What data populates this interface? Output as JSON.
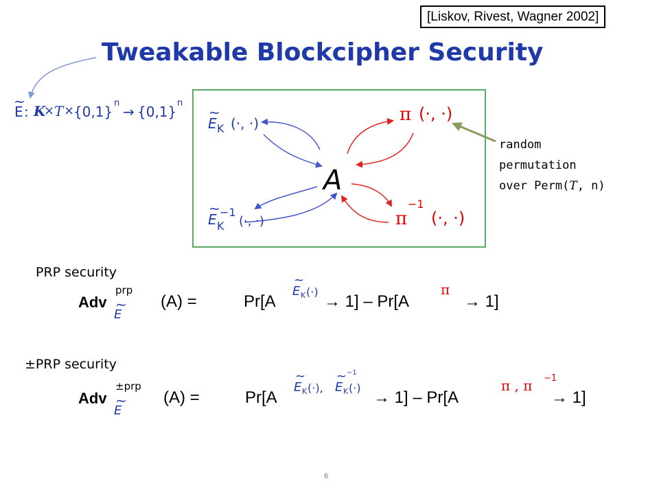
{
  "citation": "[Liskov, Rivest, Wagner  2002]",
  "title": "Tweakable Blockcipher Security",
  "signature": {
    "tilde": "~",
    "E": "E",
    "colon": ":",
    "K": "K",
    "times1": "×",
    "T": "T",
    "times2": "×",
    "set1": "{0,1}",
    "n1": "n",
    "arrow": "→",
    "set2": "{0,1}",
    "n2": "n"
  },
  "diagram": {
    "adversary": "A",
    "ek_tilde": "~",
    "ek_E": "E",
    "ek_K": "K",
    "ek_args": "(·, ·)",
    "ekinv_tilde": "~",
    "ekinv_E": "E",
    "ekinv_K": "K",
    "ekinv_exp": "−1",
    "ekinv_args": "(·, ·)",
    "pi": "π",
    "pi_args": "(·, ·)",
    "piinv": "π",
    "piinv_exp": "−1",
    "piinv_args": "(·, ·)"
  },
  "note": {
    "line1": "random",
    "line2": "permutation",
    "line3_a": "over Perm(",
    "line3_T": "T",
    "line3_b": ", n)"
  },
  "prp": {
    "label": "PRP security",
    "adv": "Adv",
    "sup": "prp",
    "sub_tilde": "~",
    "sub_E": "E",
    "lhs": "(A) =",
    "pr1": "Pr[A",
    "oracle_tilde": "~",
    "oracle_E": "E",
    "oracle_K": "K",
    "oracle_args": "(·)",
    "mid": "→ 1] – Pr[A",
    "pi": "π",
    "end": "→ 1]"
  },
  "sprp": {
    "label": "±PRP security",
    "adv": "Adv",
    "sup": "±prp",
    "sub_tilde": "~",
    "sub_E": "E",
    "lhs": "(A) =",
    "pr1": "Pr[A",
    "o1_tilde": "~",
    "o1_E": "E",
    "o1_K": "K",
    "o1_args": "(·),",
    "o2_tilde": "~",
    "o2_exp": "−1",
    "o2_E": "E",
    "o2_K": "K",
    "o2_args": "(·)",
    "mid": "→ 1] – Pr[A",
    "pis": "π , π",
    "pis_exp": "−1",
    "end": "→ 1]"
  },
  "page_number": "6",
  "colors": {
    "title": "#1f3aa8",
    "blue_arrows": "#4457c8",
    "red_arrows": "#e02020",
    "box": "#5aaa62",
    "note_arrow": "#8a9a5b"
  }
}
